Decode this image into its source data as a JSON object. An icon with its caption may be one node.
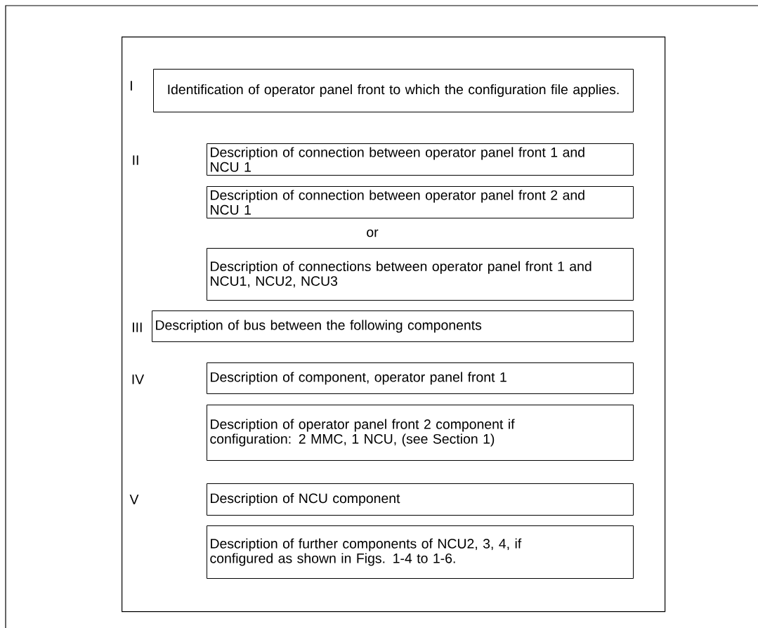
{
  "diagram": {
    "nodes": [
      {
        "text": [],
        "shape": "box"
      },
      {
        "text": [
          "Identification of operator panel front to which the configuration file applies."
        ],
        "beside": [
          "I"
        ],
        "in": 0
      },
      {
        "text": [
          "Description of connection between operator panel front 1 and NCU 1"
        ],
        "in": 0
      },
      {
        "text": [
          "Description of connection between operator panel front 2 and NCU 1"
        ],
        "in": 0
      },
      {
        "text": [
          "Description of connections between operator panel front 1 and NCU1, NCU2, NCU3"
        ],
        "in": 0
      },
      {
        "text": [
          "Description of bus between the following components"
        ],
        "beside": [
          "III"
        ],
        "in": 0
      },
      {
        "text": [
          "Description of component, operator panel front 1"
        ],
        "in": 0
      },
      {
        "text": [
          "Description of operator panel front 2 component if configuration: 2 MMC, 1 NCU, (see Section 1)"
        ],
        "in": 0
      },
      {
        "text": [
          "Description of NCU component"
        ],
        "in": 0
      },
      {
        "text": [
          "Description of further components of NCU2, 3, 4, if configured as shown in Figs. 1-4 to 1-6."
        ],
        "in": 0
      }
    ],
    "labels": [
      "II",
      "or",
      "IV",
      "V"
    ]
  }
}
